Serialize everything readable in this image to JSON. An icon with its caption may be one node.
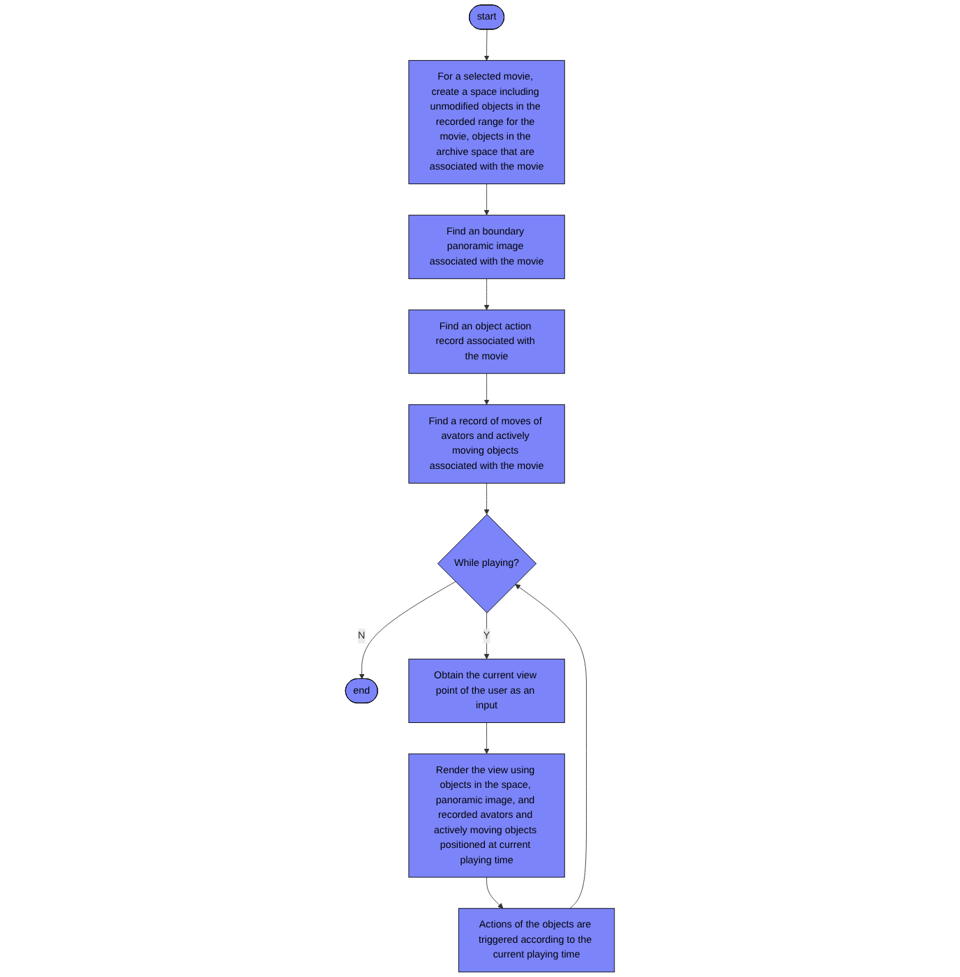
{
  "diagram": {
    "nodes": [
      {
        "text": [
          "start"
        ]
      },
      {
        "text": [
          "For a selected movie, create a space including unmodified objects in the recorded range for the movie, objects in the archive space that are associated with the movie"
        ]
      },
      {
        "text": [
          "Find an boundary panoramic image associated with the movie"
        ]
      },
      {
        "text": [
          "Find an object action record associated with the movie"
        ]
      },
      {
        "text": [
          "Find a record of moves of avators and actively moving objects associated with the movie"
        ]
      },
      {
        "text": [
          "While playing?"
        ]
      },
      {
        "text": [
          "end"
        ]
      },
      {
        "text": [
          "Obtain the current view point of the user as an input"
        ]
      },
      {
        "text": [
          "Render the view using objects in the space, panoramic image, and recorded avators and actively moving objects positioned at current playing time"
        ]
      },
      {
        "text": [
          "Actions of the objects are triggered according to the current playing time"
        ]
      }
    ],
    "edges": [
      {
        "from": 0,
        "to": 1,
        "arrow": "to"
      },
      {
        "from": 1,
        "to": 2,
        "arrow": "to"
      },
      {
        "from": 2,
        "to": 3,
        "arrow": "to"
      },
      {
        "from": 3,
        "to": 4,
        "arrow": "to"
      },
      {
        "from": 4,
        "to": 5,
        "arrow": "to"
      },
      {
        "from": 5,
        "to": 6,
        "arrow": "to",
        "label": "N"
      },
      {
        "from": 5,
        "to": 7,
        "arrow": "to",
        "label": "Y"
      },
      {
        "from": 7,
        "to": 8,
        "arrow": "to"
      },
      {
        "from": 8,
        "to": 9,
        "arrow": "to"
      },
      {
        "from": 9,
        "to": 5,
        "arrow": "to"
      }
    ]
  }
}
